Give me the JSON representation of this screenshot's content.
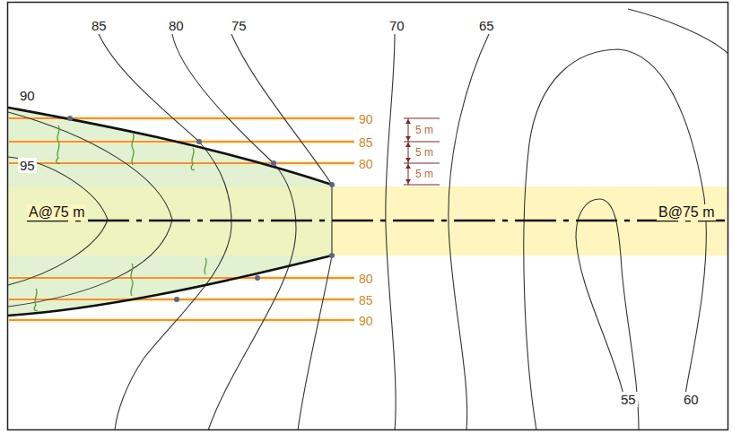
{
  "diagram": {
    "labels": [
      "85",
      "80",
      "75",
      "70",
      "65",
      "90",
      "95",
      "90",
      "85",
      "80",
      "5 m",
      "5 m",
      "5 m",
      "A@75 m",
      "B@75 m",
      "80",
      "85",
      "90",
      "55",
      "60"
    ]
  }
}
